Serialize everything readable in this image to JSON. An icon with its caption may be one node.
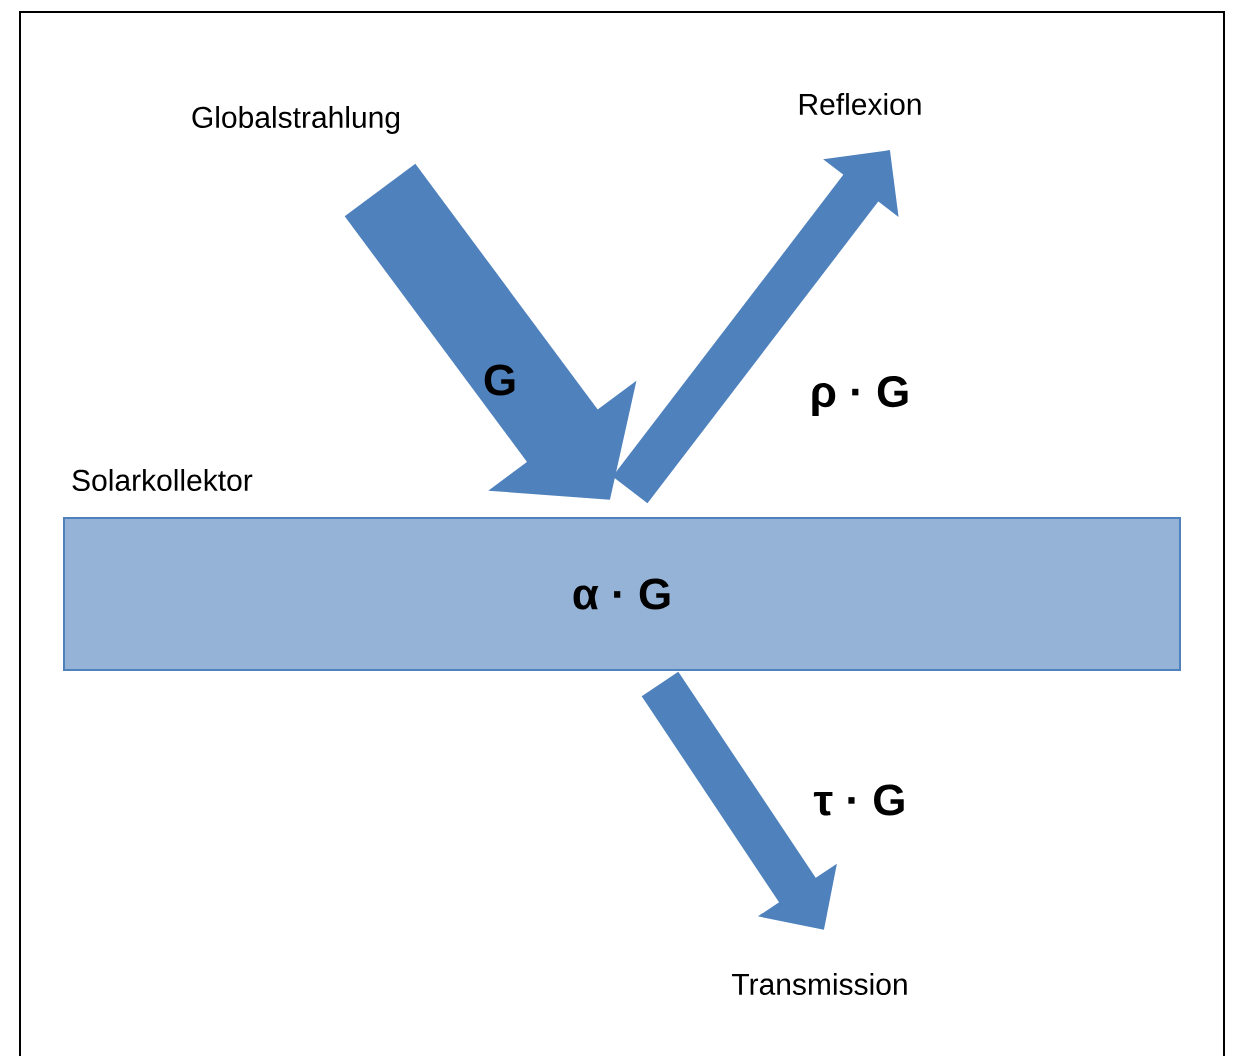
{
  "diagram": {
    "nodes": [
      {
        "text": [
          "Globalstrahlung"
        ]
      },
      {
        "text": [
          "Solarkollektor",
          "α · G"
        ]
      },
      {
        "text": [
          "Reflexion"
        ]
      },
      {
        "text": [
          "Transmission"
        ]
      }
    ],
    "edges": [
      {
        "from": 0,
        "to": 1,
        "arrow": "to",
        "label": "G",
        "style": "thick"
      },
      {
        "from": 1,
        "to": 2,
        "arrow": "to",
        "label": "ρ · G"
      },
      {
        "from": 1,
        "to": 3,
        "arrow": "to",
        "label": "τ · G"
      }
    ]
  }
}
